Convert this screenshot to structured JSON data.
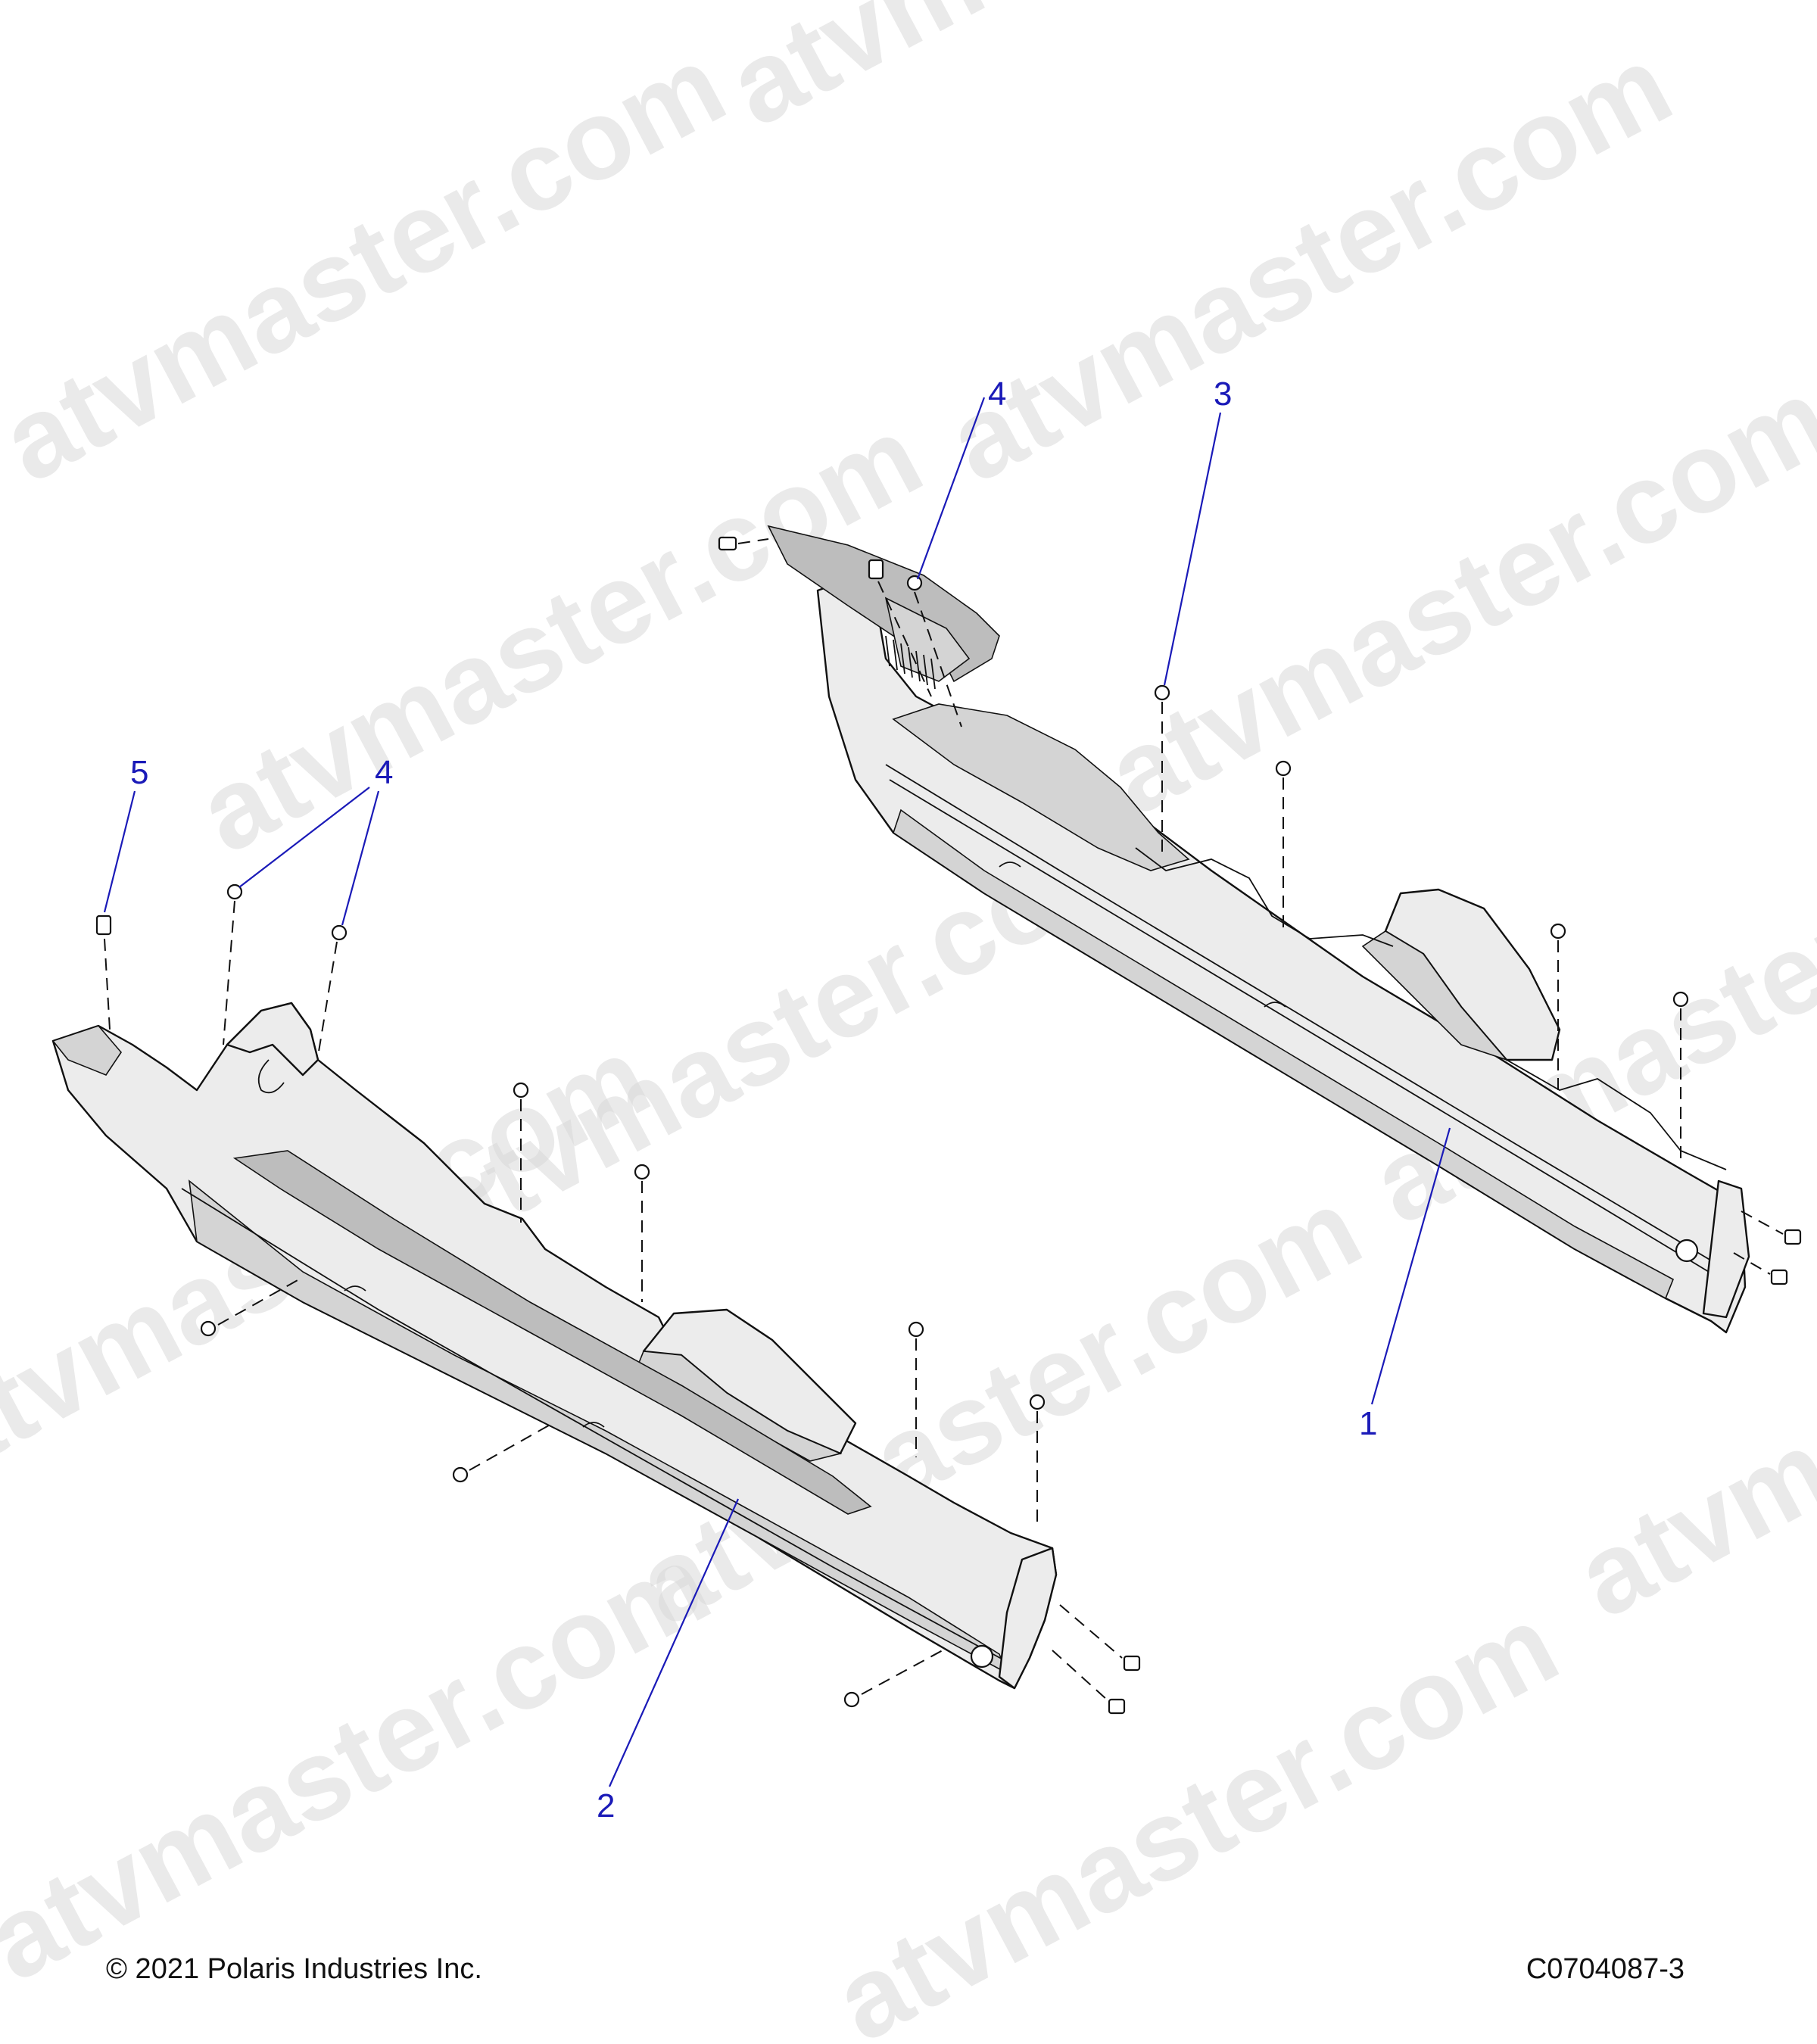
{
  "watermark": "atvmaster.com",
  "callouts": [
    {
      "id": "1",
      "label": "1"
    },
    {
      "id": "2",
      "label": "2"
    },
    {
      "id": "3",
      "label": "3"
    },
    {
      "id": "4a",
      "label": "4"
    },
    {
      "id": "4b",
      "label": "4"
    },
    {
      "id": "5",
      "label": "5"
    }
  ],
  "footer": {
    "copyright": "© 2021 Polaris Industries Inc.",
    "figure_code": "C0704087-3"
  },
  "colors": {
    "callout": "#1a1ab8",
    "line": "#111111",
    "part_fill": "#ececec",
    "watermark": "#d9d9d9"
  }
}
